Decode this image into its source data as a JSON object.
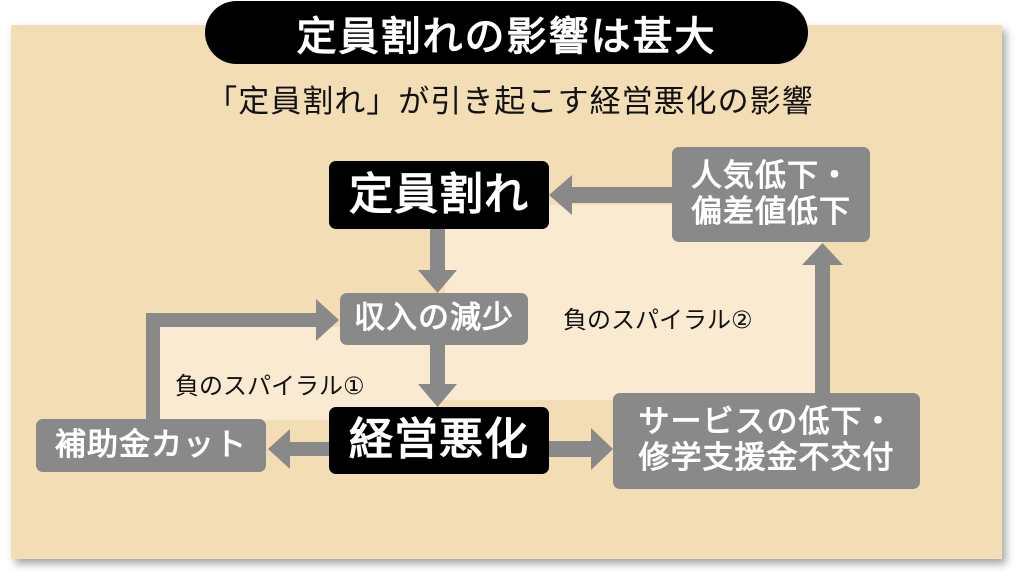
{
  "title": "定員割れの影響は甚大",
  "subtitle": "「定員割れ」が引き起こす経営悪化の影響",
  "colors": {
    "panel_background": "#f3ddb4",
    "loop_background": "#faead1",
    "arrow": "#898989",
    "primary_node": "#000000",
    "secondary_node": "#898989"
  },
  "nodes": {
    "under_enrollment": "定員割れ",
    "income_decrease": "収入の減少",
    "management_deterioration": "経営悪化",
    "subsidy_cut": "補助金カット",
    "service_decline_line1": "サービスの低下・",
    "service_decline_line2": "修学支援金不交付",
    "popularity_decline_line1": "人気低下・",
    "popularity_decline_line2": "偏差値低下"
  },
  "loops": {
    "spiral_1": "負のスパイラル①",
    "spiral_2": "負のスパイラル②"
  },
  "edges": [
    {
      "from": "under_enrollment",
      "to": "income_decrease"
    },
    {
      "from": "income_decrease",
      "to": "management_deterioration"
    },
    {
      "from": "management_deterioration",
      "to": "subsidy_cut"
    },
    {
      "from": "subsidy_cut",
      "to": "income_decrease"
    },
    {
      "from": "management_deterioration",
      "to": "service_decline"
    },
    {
      "from": "service_decline",
      "to": "popularity_decline"
    },
    {
      "from": "popularity_decline",
      "to": "under_enrollment"
    }
  ]
}
